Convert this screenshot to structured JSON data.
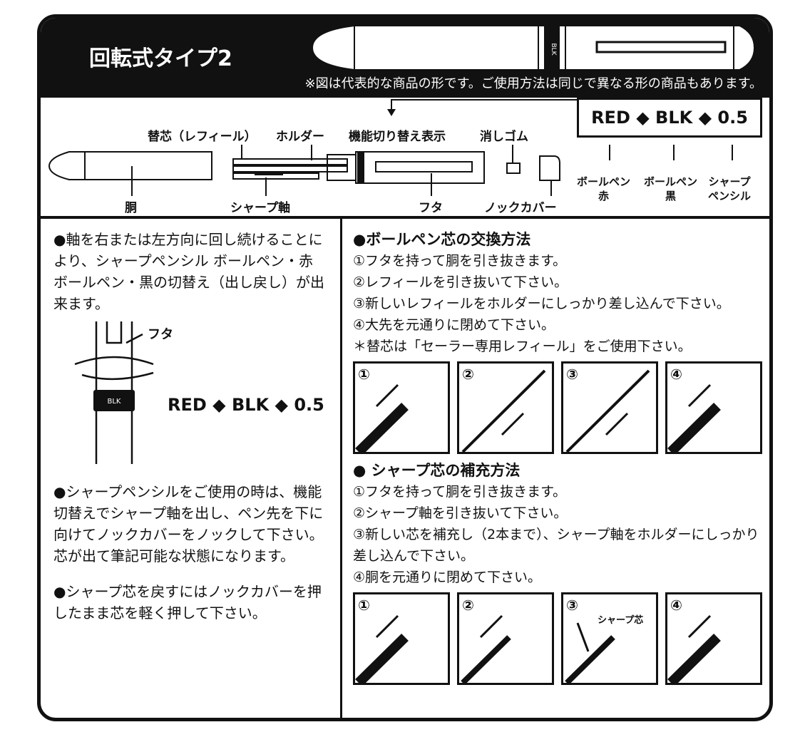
{
  "header": {
    "title": "回転式タイプ2",
    "note": "※図は代表的な商品の形です。ご使用方法は同じで異なる形の商品もあります。",
    "pen_band": "BLK"
  },
  "diagram": {
    "labels": {
      "refill": "替芯（レフィール）",
      "holder": "ホルダー",
      "switch_display": "機能切り替え表示",
      "eraser": "消しゴム",
      "body": "胴",
      "pencil_shaft": "シャープ軸",
      "cap": "フタ",
      "knock_cover": "ノックカバー"
    },
    "code": "RED ◆ BLK ◆ 0.5",
    "code_labels": [
      {
        "line1": "ボールペン",
        "line2": "赤"
      },
      {
        "line1": "ボールペン",
        "line2": "黒"
      },
      {
        "line1": "シャープ",
        "line2": "ペンシル"
      }
    ]
  },
  "left": {
    "para1": "●軸を右または左方向に回し続けることにより、シャープペンシル ボールペン・赤　ボールペン・黒の切替え（出し戻し）が出来ます。",
    "fig_label": "フタ",
    "fig_band": "BLK",
    "fig_code": "RED ◆ BLK ◆ 0.5",
    "para2": "●シャープペンシルをご使用の時は、機能切替えでシャープ軸を出し、ペン先を下に向けてノックカバーをノックして下さい。芯が出て筆記可能な状態になります。",
    "para3": "●シャープ芯を戻すにはノックカバーを押したまま芯を軽く押して下さい。"
  },
  "ballpoint": {
    "heading": "●ボールペン芯の交換方法",
    "steps": [
      "①フタを持って胴を引き抜きます。",
      "②レフィールを引き抜いて下さい。",
      "③新しいレフィールをホルダーにしっかり差し込んで下さい。",
      "④大先を元通りに閉めて下さい。",
      "＊替芯は「セーラー専用レフィール」をご使用下さい。"
    ],
    "panels": [
      "①",
      "②",
      "③",
      "④"
    ]
  },
  "pencil": {
    "heading": "● シャープ芯の補充方法",
    "steps": [
      "①フタを持って胴を引き抜きます。",
      "②シャープ軸を引き抜いて下さい。",
      "③新しい芯を補充し（2本まで）、シャープ軸をホルダーにしっかり差し込んで下さい。",
      "④胴を元通りに閉めて下さい。"
    ],
    "panels": [
      "①",
      "②",
      "③",
      "④"
    ],
    "panel3_label": "シャープ芯"
  }
}
